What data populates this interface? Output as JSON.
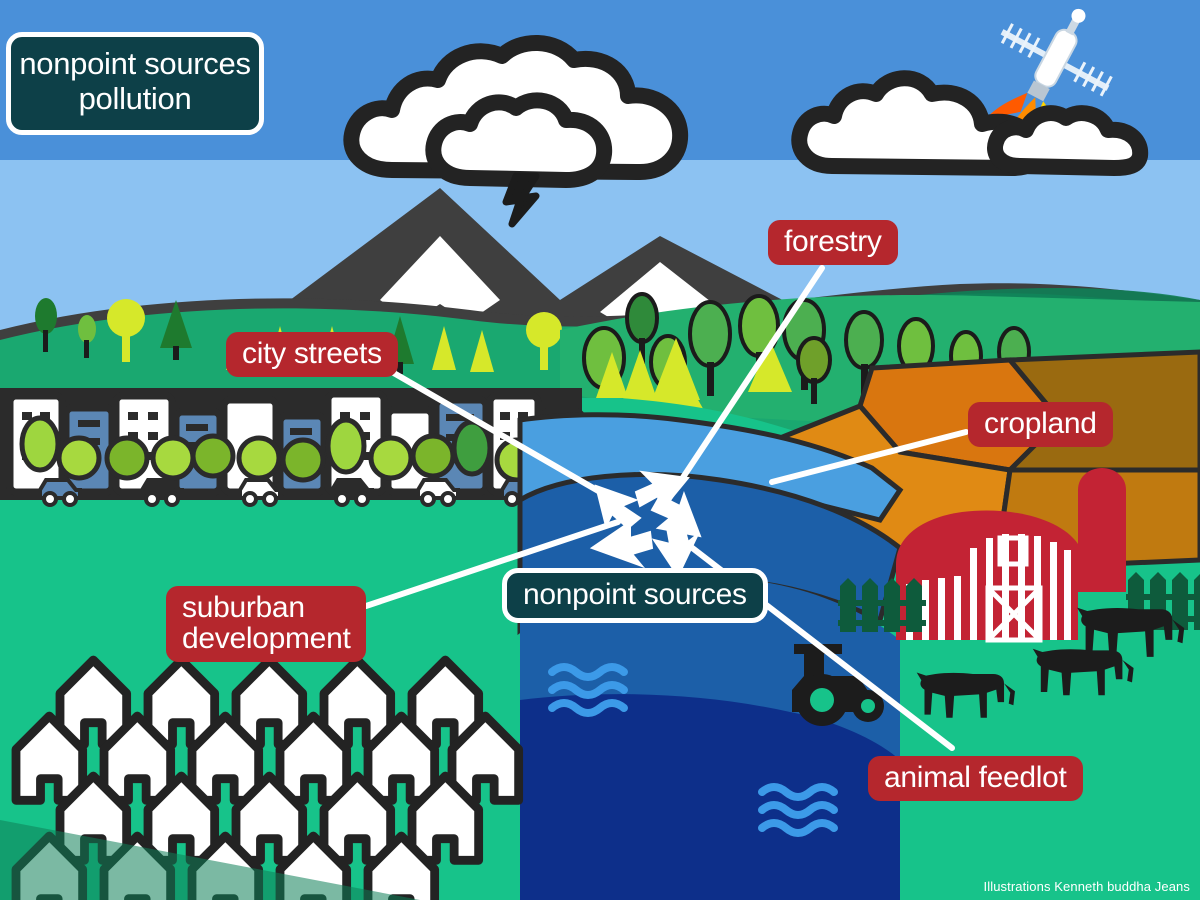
{
  "title": {
    "line1": "nonpoint sources",
    "line2": "pollution"
  },
  "center_callout": {
    "label": "nonpoint sources"
  },
  "labels": [
    {
      "id": "city-streets",
      "text": "city streets",
      "style": "red"
    },
    {
      "id": "forestry",
      "text": "forestry",
      "style": "red"
    },
    {
      "id": "cropland",
      "text": "cropland",
      "style": "red"
    },
    {
      "id": "suburban-development",
      "text_line1": "suburban",
      "text_line2": "development",
      "style": "red"
    },
    {
      "id": "animal-feedlot",
      "text": "animal feedlot",
      "style": "red"
    }
  ],
  "credit": "Illustrations Kenneth buddha Jeans",
  "colors": {
    "sky_top": "#4a90d9",
    "sky_bottom": "#8cc2f2",
    "label_red": "#b5272d",
    "label_dark": "#0d4048",
    "outline": "#232323",
    "grass_light": "#17c38a",
    "grass_mid": "#1aa870",
    "grass_dark": "#0f7f57",
    "forest_green": "#23b06f",
    "river_light": "#4a9fe0",
    "river_mid": "#1c5fa8",
    "river_dark": "#0d2f8a",
    "crop_orange": "#f0982a",
    "crop_amber": "#d9760f",
    "crop_brown": "#9a6a10",
    "barn_red": "#c32334",
    "mountain_gray": "#3f3f3f",
    "snow_white": "#ffffff",
    "tree_green": "#3f9e3f",
    "tree_lime": "#c6e02a",
    "city_blue": "#5b87b5"
  },
  "scene_elements": [
    {
      "name": "sky-band-upper",
      "kind": "background"
    },
    {
      "name": "sky-band-lower",
      "kind": "background"
    },
    {
      "name": "satellite",
      "kind": "icon"
    },
    {
      "name": "cloud-cluster-left",
      "kind": "icon"
    },
    {
      "name": "cloud-cluster-right",
      "kind": "icon"
    },
    {
      "name": "lightning-bolt",
      "kind": "icon"
    },
    {
      "name": "mountain-range",
      "kind": "terrain"
    },
    {
      "name": "green-hills",
      "kind": "terrain"
    },
    {
      "name": "forest",
      "kind": "terrain"
    },
    {
      "name": "city-skyline",
      "kind": "terrain"
    },
    {
      "name": "suburban-houses",
      "kind": "terrain"
    },
    {
      "name": "river",
      "kind": "water"
    },
    {
      "name": "wave-marks",
      "kind": "icon"
    },
    {
      "name": "cropland-fields",
      "kind": "terrain"
    },
    {
      "name": "barn",
      "kind": "icon"
    },
    {
      "name": "silo",
      "kind": "icon"
    },
    {
      "name": "cows",
      "kind": "icon"
    },
    {
      "name": "tractor",
      "kind": "icon"
    },
    {
      "name": "fence",
      "kind": "icon"
    },
    {
      "name": "converging-arrows",
      "kind": "annotation"
    }
  ]
}
